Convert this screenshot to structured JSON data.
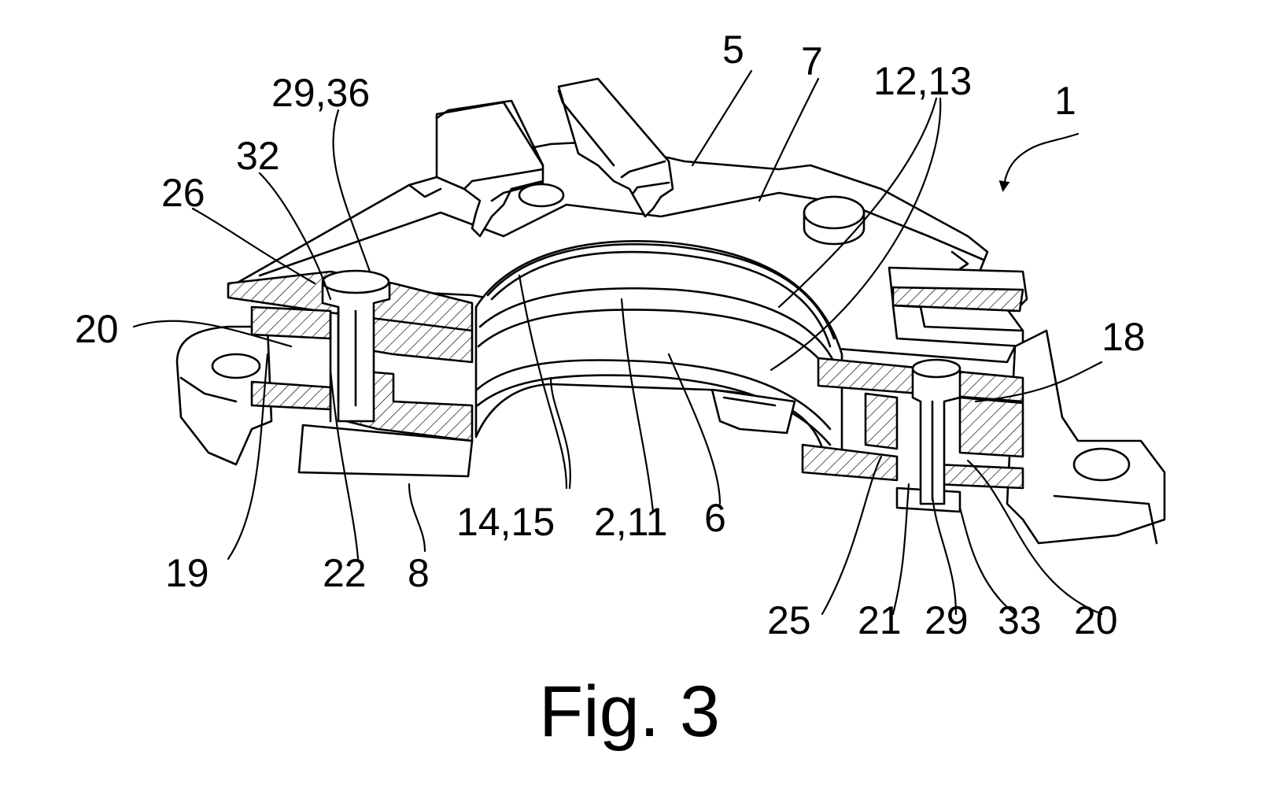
{
  "figure": {
    "caption": "Fig. 3",
    "labels": {
      "r5": "5",
      "r7": "7",
      "r12_13": "12,13",
      "r1": "1",
      "r29_36": "29,36",
      "r32": "32",
      "r26": "26",
      "r20_left": "20",
      "r18": "18",
      "r19": "19",
      "r22": "22",
      "r8": "8",
      "r14_15": "14,15",
      "r2_11": "2,11",
      "r6": "6",
      "r25": "25",
      "r21": "21",
      "r29": "29",
      "r33": "33",
      "r20_right": "20"
    }
  }
}
